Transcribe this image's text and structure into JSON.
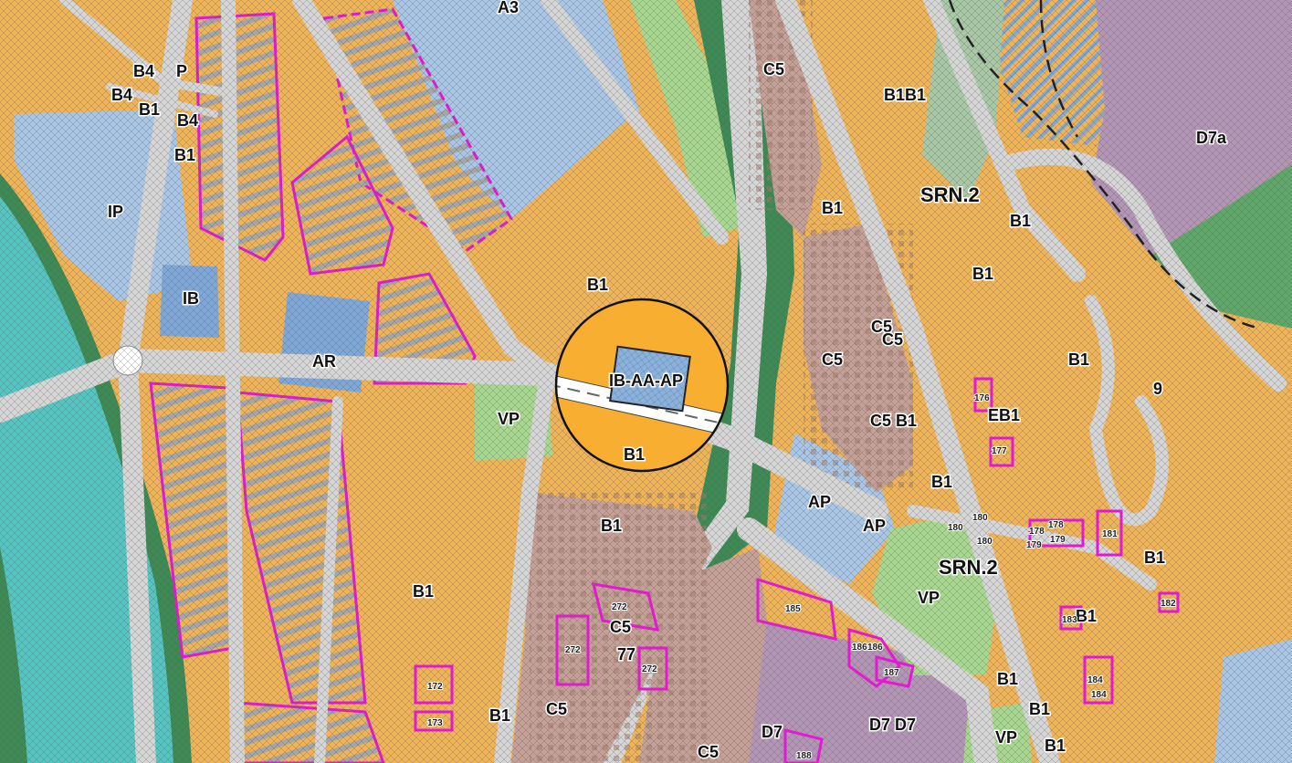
{
  "zones": {
    "a3": "A3",
    "b4a": "B4",
    "p": "P",
    "b4b": "B4",
    "b1a": "B1",
    "b4c": "B4",
    "b1b": "B1",
    "ip": "IP",
    "ib": "IB",
    "ar": "AR",
    "vp_left": "VP",
    "b1_center_top": "B1",
    "ib_aa_ap": "IB-AA-AP",
    "b1_circle": "B1",
    "b1_center_mid": "B1",
    "b1_left_low": "B1",
    "b1_bottom_left": "B1",
    "c5_bottom_a": "C5",
    "c5_mid": "C5",
    "c5_bottom_b": "C5",
    "c5_top": "C5",
    "b1b1": "B1B1",
    "srn2_top": "SRN.2",
    "d7a": "D7a",
    "b1_rail": "B1",
    "b1_east_a": "B1",
    "b1_east_b": "B1",
    "c5_east_a": "C5",
    "c5_east_b": "C5",
    "c5_east_c": "C5",
    "c5b1": "C5 B1",
    "b1_e_cluster": "B1",
    "eb1": "EB1",
    "b1_mid_east": "B1",
    "ap_a": "AP",
    "ap_b": "AP",
    "srn2_bottom": "SRN.2",
    "vp_right": "VP",
    "b1_far_right": "B1",
    "b1_right_low_a": "B1",
    "b1_right_low_b": "B1",
    "b1_right_low_c": "B1",
    "vp_bottom": "VP",
    "b1_183": "B1",
    "d7": "D7",
    "d7_d7": "D7 D7",
    "nine": "9"
  },
  "plots": {
    "p176": "176",
    "p177": "177",
    "p178a": "178",
    "p178b": "178",
    "p179a": "179",
    "p179b": "179",
    "p180a": "180",
    "p180b": "180",
    "p180c": "180",
    "p181": "181",
    "p182": "182",
    "p183": "183",
    "p184a": "184",
    "p184b": "184",
    "p185": "185",
    "p186a": "186",
    "p186b": "186",
    "p187": "187",
    "p188": "188",
    "p172": "172",
    "p173": "173",
    "p272a": "272",
    "p272b": "272",
    "p272c": "272",
    "p77": "77"
  },
  "colors": {
    "residential": "#f0b458",
    "public": "#a9c6e6",
    "green": "#a8d890",
    "dark_green": "#3e8a55",
    "river": "#56c4c0",
    "roads": "#d6d6d6",
    "industrial": "#c4a096",
    "commercial": "#b396b6",
    "highlight_border": "#e01bd0"
  }
}
